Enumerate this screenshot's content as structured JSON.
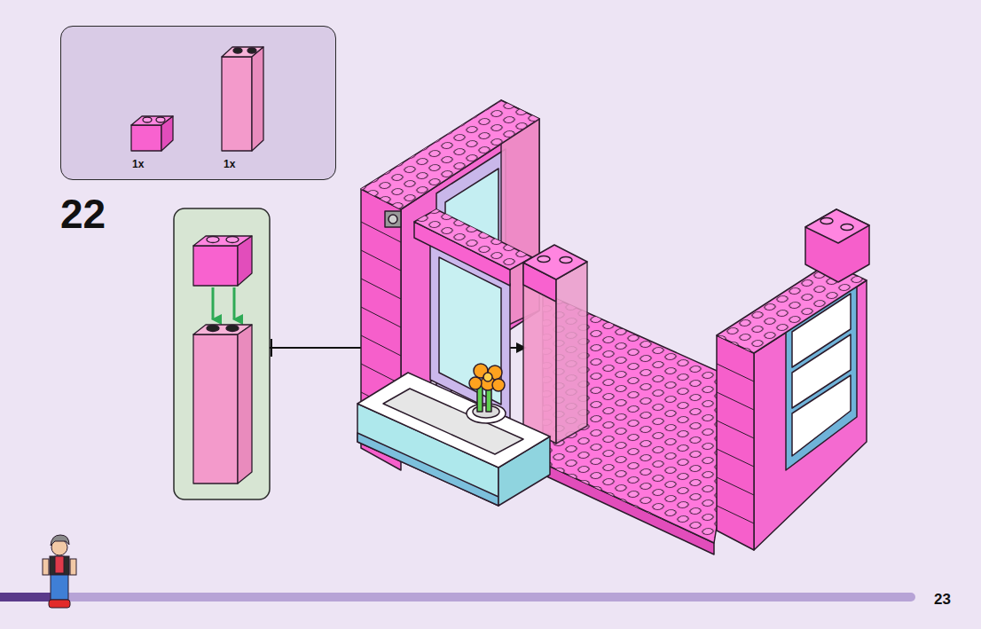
{
  "diagram": {
    "nodes": [
      {
        "text": [
          "1x",
          "1x"
        ]
      }
    ],
    "labels": [
      "22",
      "23"
    ]
  }
}
